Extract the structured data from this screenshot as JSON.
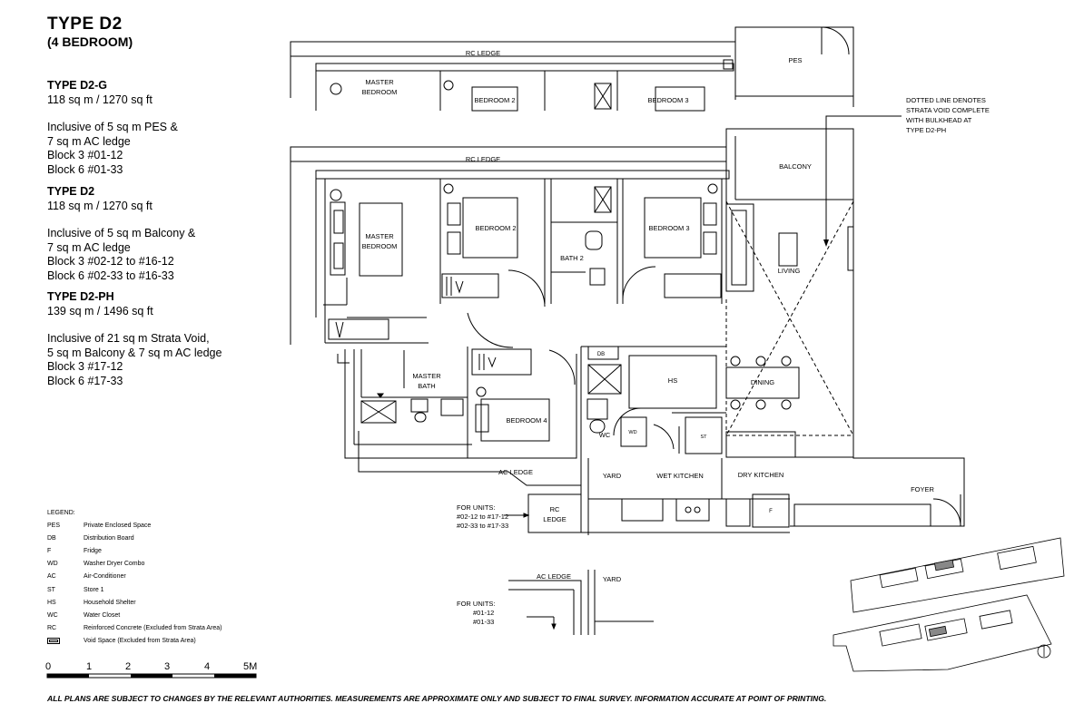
{
  "title": "TYPE  D2",
  "subtitle": "(4 BEDROOM)",
  "unit_types": [
    {
      "name": "TYPE D2-G",
      "area": "118 sq m / 1270 sq ft",
      "lines": [
        "Inclusive of 5 sq m PES &",
        "7 sq m AC ledge",
        "Block 3 #01-12",
        "Block 6 #01-33"
      ]
    },
    {
      "name": "TYPE D2",
      "area": "118 sq m / 1270 sq ft",
      "lines": [
        "Inclusive of 5 sq m Balcony &",
        "7 sq m AC ledge",
        "Block 3 #02-12 to #16-12",
        "Block 6 #02-33 to #16-33"
      ]
    },
    {
      "name": "TYPE D2-PH",
      "area": "139 sq m / 1496 sq ft",
      "lines": [
        "Inclusive of 21 sq m Strata Void,",
        "5 sq m Balcony & 7 sq m AC ledge",
        "Block 3 #17-12",
        "Block 6 #17-33"
      ]
    }
  ],
  "legend": {
    "heading": "LEGEND:",
    "items": [
      {
        "code": "PES",
        "desc": "Private Enclosed Space"
      },
      {
        "code": "DB",
        "desc": "Distribution Board"
      },
      {
        "code": "F",
        "desc": "Fridge"
      },
      {
        "code": "WD",
        "desc": "Washer Dryer Combo"
      },
      {
        "code": "AC",
        "desc": "Air-Conditioner"
      },
      {
        "code": "ST",
        "desc": "Store 1"
      },
      {
        "code": "HS",
        "desc": "Household Shelter"
      },
      {
        "code": "WC",
        "desc": "Water Closet"
      },
      {
        "code": "RC",
        "desc": "Reinforced Concrete (Excluded from Strata Area)"
      },
      {
        "code": "",
        "desc": "Void Space (Excluded from Strata Area)"
      }
    ]
  },
  "scale": {
    "ticks": [
      "0",
      "1",
      "2",
      "3",
      "4",
      "5M"
    ]
  },
  "footnote": "ALL PLANS ARE SUBJECT TO CHANGES BY THE RELEVANT AUTHORITIES. MEASUREMENTS ARE APPROXIMATE ONLY AND SUBJECT TO FINAL SURVEY. INFORMATION ACCURATE AT POINT OF PRINTING.",
  "note_right": [
    "DOTTED LINE DENOTES",
    "STRATA VOID COMPLETE",
    "WITH BULKHEAD AT",
    "TYPE D2-PH"
  ],
  "for_units_main": [
    "FOR UNITS:",
    "#02-12 to #17-12",
    "#02-33 to #17-33"
  ],
  "for_units_ground": [
    "FOR UNITS:",
    "#01-12",
    "#01-33"
  ],
  "rooms": {
    "rc_ledge": "RC LEDGE",
    "pes": "PES",
    "balcony": "BALCONY",
    "master_bedroom_1": "MASTER",
    "master_bedroom_2": "BEDROOM",
    "bedroom2": "BEDROOM 2",
    "bedroom3": "BEDROOM 3",
    "bedroom4": "BEDROOM 4",
    "bath2": "BATH 2",
    "living": "LIVING",
    "dining": "DINING",
    "master_bath_1": "MASTER",
    "master_bath_2": "BATH",
    "db": "DB",
    "hs": "HS",
    "wc": "WC",
    "wd": "WD",
    "st": "ST",
    "ac_ledge": "AC LEDGE",
    "yard": "YARD",
    "wet_kitchen": "WET KITCHEN",
    "dry_kitchen": "DRY KITCHEN",
    "foyer": "FOYER",
    "rc": "RC",
    "ledge": "LEDGE",
    "fridge": "F"
  }
}
